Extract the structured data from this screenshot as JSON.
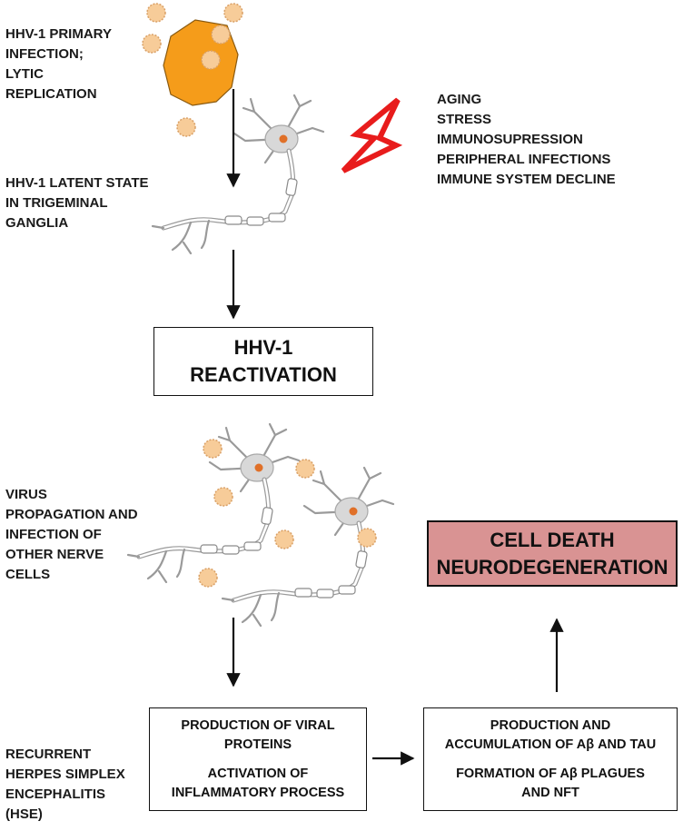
{
  "labels": {
    "primary_infection": "HHV-1 PRIMARY\nINFECTION;\nLYTIC\nREPLICATION",
    "latent_state": "HHV-1 LATENT STATE\nIN TRIGEMINAL\nGANGLIA",
    "triggers": [
      "AGING",
      "STRESS",
      "IMMUNOSUPRESSION",
      "PERIPHERAL INFECTIONS",
      "IMMUNE SYSTEM DECLINE"
    ],
    "propagation": "VIRUS\nPROPAGATION AND\nINFECTION OF\nOTHER NERVE\nCELLS",
    "hse": "RECURRENT\nHERPES SIMPLEX\nENCEPHALITIS\n(HSE)"
  },
  "boxes": {
    "reactivation": "HHV-1\nREACTIVATION",
    "cell_death": "CELL DEATH\nNEURODEGENERATION",
    "viral_proteins": {
      "line1": "PRODUCTION OF VIRAL\nPROTEINS",
      "line2": "ACTIVATION OF\nINFLAMMATORY PROCESS"
    },
    "abeta": {
      "line1": "PRODUCTION AND\nACCUMULATION OF Aβ AND TAU",
      "line2": "FORMATION OF Aβ PLAGUES\nAND NFT"
    }
  },
  "colors": {
    "infected_cell": "#f59c1a",
    "virion_fill": "#f7cc99",
    "virion_stroke": "#d9a066",
    "neuron_body": "#d8d8d8",
    "nucleus": "#e07028",
    "lightning": "#e81c1c",
    "cell_death_box": "#d99393"
  },
  "icons": [
    "virion-icon",
    "infected-cell-icon",
    "neuron-icon",
    "lightning-icon",
    "arrow-icon"
  ]
}
